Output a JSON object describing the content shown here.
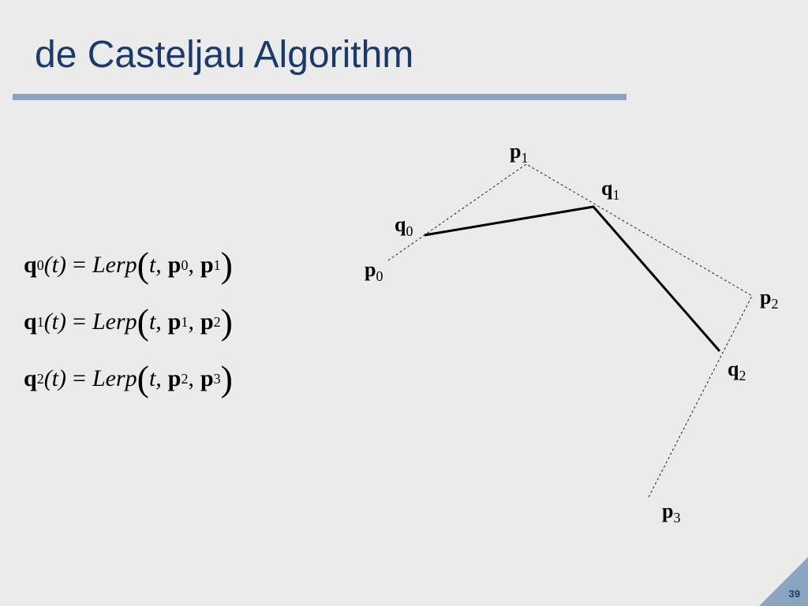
{
  "slide": {
    "title": "de Casteljau Algorithm",
    "page_number": "39",
    "accent_color": "#8aa4c0",
    "title_color": "#1a3a6b"
  },
  "equations": [
    {
      "lhs_sym": "q",
      "lhs_sub": "0",
      "arg": "(t)",
      "eq": "=",
      "fn": "Lerp",
      "t": "t,",
      "a_sym": "p",
      "a_sub": "0",
      "comma": ",",
      "b_sym": "p",
      "b_sub": "1"
    },
    {
      "lhs_sym": "q",
      "lhs_sub": "1",
      "arg": "(t)",
      "eq": "=",
      "fn": "Lerp",
      "t": "t,",
      "a_sym": "p",
      "a_sub": "1",
      "comma": ",",
      "b_sym": "p",
      "b_sub": "2"
    },
    {
      "lhs_sym": "q",
      "lhs_sub": "2",
      "arg": "(t)",
      "eq": "=",
      "fn": "Lerp",
      "t": "t,",
      "a_sym": "p",
      "a_sub": "2",
      "comma": ",",
      "b_sym": "p",
      "b_sub": "3"
    }
  ],
  "diagram": {
    "labels": {
      "p0": {
        "sym": "p",
        "sub": "0"
      },
      "p1": {
        "sym": "p",
        "sub": "1"
      },
      "p2": {
        "sym": "p",
        "sub": "2"
      },
      "p3": {
        "sym": "p",
        "sub": "3"
      },
      "q0": {
        "sym": "q",
        "sub": "0"
      },
      "q1": {
        "sym": "q",
        "sub": "1"
      },
      "q2": {
        "sym": "q",
        "sub": "2"
      }
    }
  }
}
